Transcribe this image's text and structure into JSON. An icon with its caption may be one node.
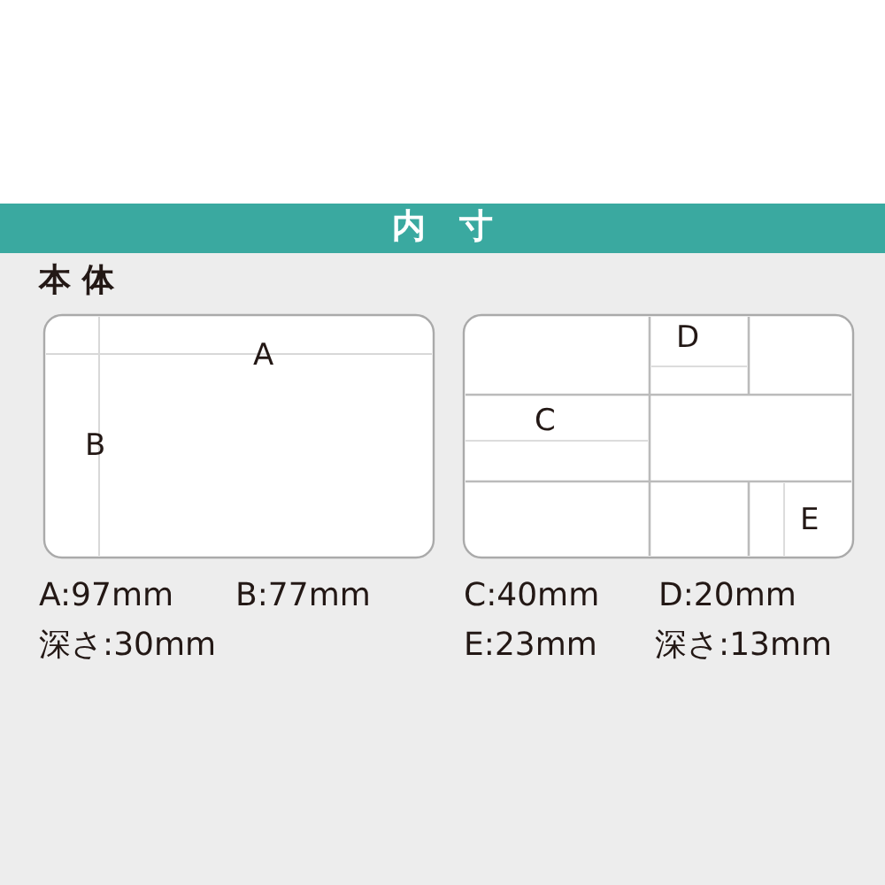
{
  "diagram": {
    "title": "内　寸",
    "labels": [
      "本 体",
      "A",
      "B",
      "D",
      "C",
      "E",
      "A:97mm",
      "B:77mm",
      "C:40mm",
      "D:20mm",
      "深さ:30mm",
      "E:23mm",
      "深さ:13mm"
    ]
  }
}
